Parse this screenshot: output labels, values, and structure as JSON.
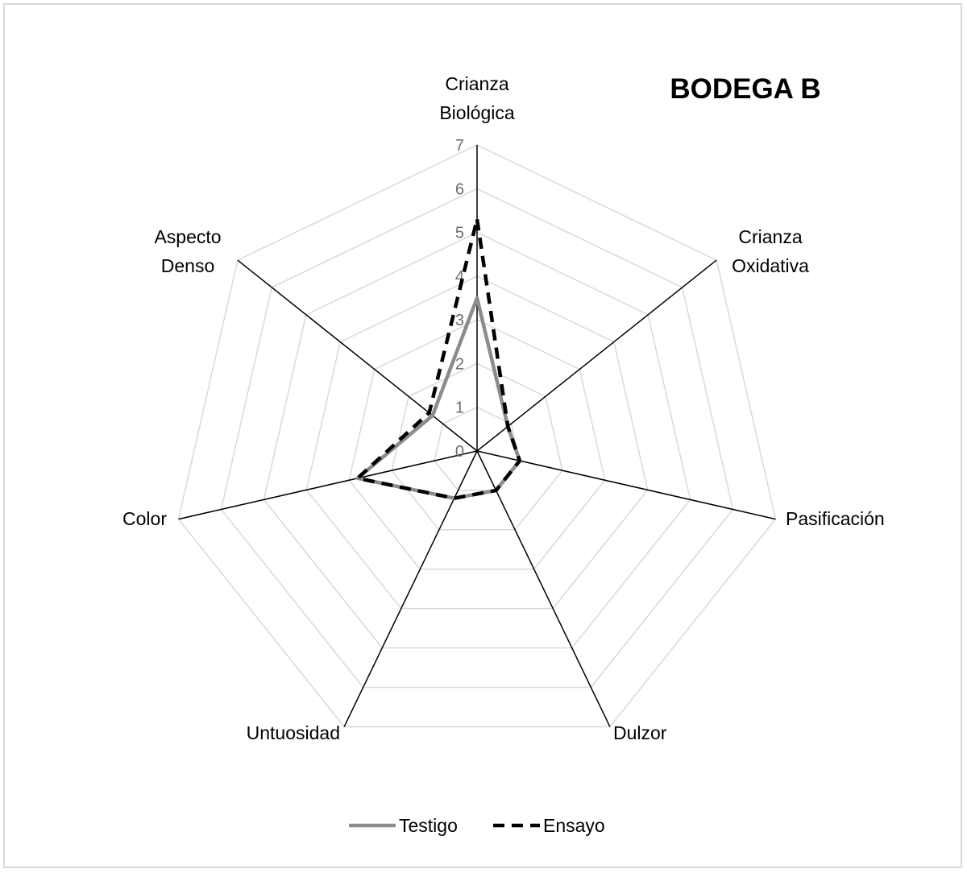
{
  "chart_data": {
    "type": "radar",
    "title": "BODEGA B",
    "categories": [
      "Crianza Biológica",
      "Crianza Oxidativa",
      "Pasificación",
      "Dulzor",
      "Untuosidad",
      "Color",
      "Aspecto Denso"
    ],
    "category_lines": [
      [
        "Crianza",
        "Biológica"
      ],
      [
        "Crianza",
        "Oxidativa"
      ],
      [
        "Pasificación"
      ],
      [
        "Dulzor"
      ],
      [
        "Untuosidad"
      ],
      [
        "Color"
      ],
      [
        "Aspecto",
        "Denso"
      ]
    ],
    "rlim": [
      0,
      7
    ],
    "ticks": [
      0,
      1,
      2,
      3,
      4,
      5,
      6,
      7
    ],
    "grid": true,
    "legend_position": "bottom",
    "series": [
      {
        "name": "Testigo",
        "values": [
          3.5,
          0.9,
          1.0,
          1.0,
          1.2,
          2.8,
          1.3
        ],
        "color": "#8c8c8c",
        "dash": "solid"
      },
      {
        "name": "Ensayo",
        "values": [
          5.3,
          0.9,
          1.0,
          1.0,
          1.2,
          2.8,
          1.4
        ],
        "color": "#000000",
        "dash": "dashed"
      }
    ]
  }
}
